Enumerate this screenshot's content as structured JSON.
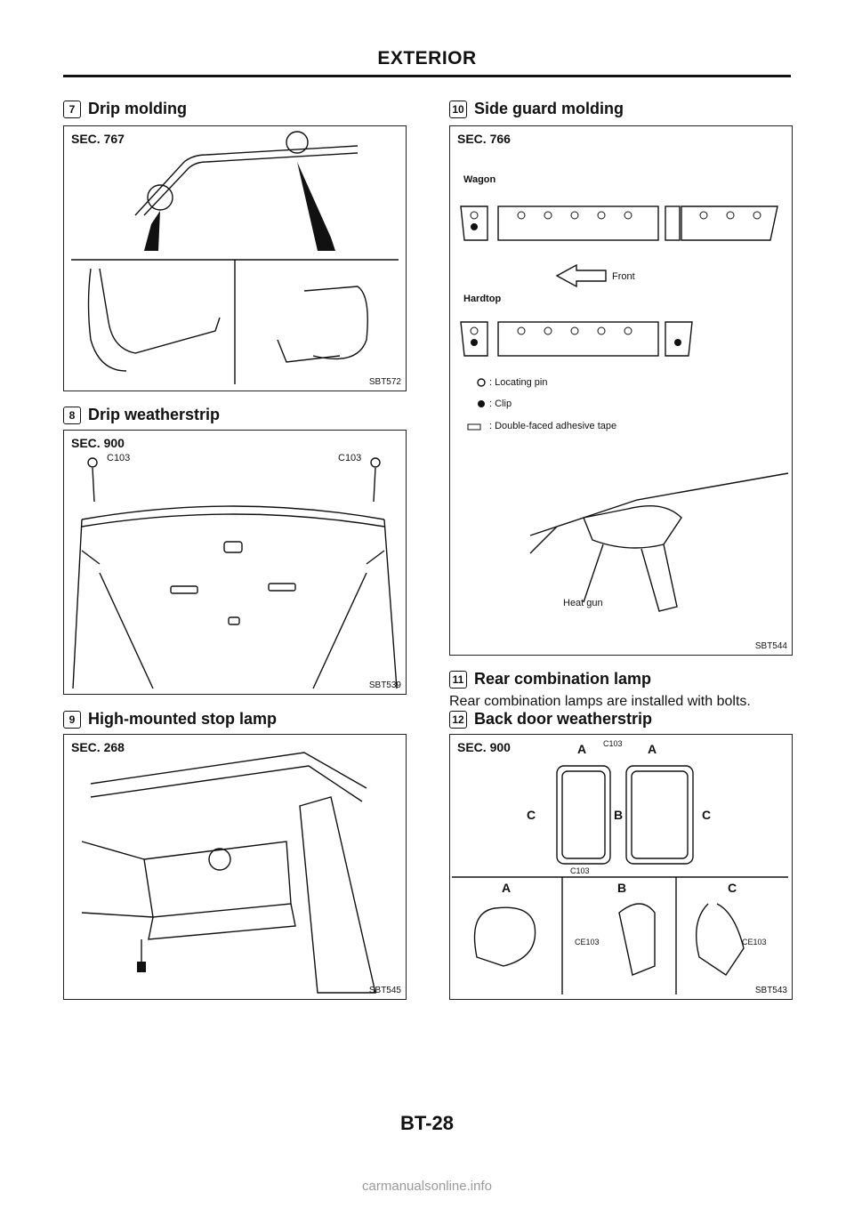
{
  "header": {
    "title": "EXTERIOR"
  },
  "sections": {
    "s7": {
      "num": "7",
      "title": "Drip molding"
    },
    "s8": {
      "num": "8",
      "title": "Drip weatherstrip"
    },
    "s9": {
      "num": "9",
      "title": "High-mounted stop lamp"
    },
    "s10": {
      "num": "10",
      "title": "Side guard molding"
    },
    "s11": {
      "num": "11",
      "title": "Rear combination lamp",
      "body": "Rear combination lamps are installed with bolts."
    },
    "s12": {
      "num": "12",
      "title": "Back door weatherstrip"
    }
  },
  "figures": {
    "f7": {
      "sec": "SEC. 767",
      "code": "SBT572"
    },
    "f8": {
      "sec": "SEC. 900",
      "code": "SBT539",
      "clip1": "C103",
      "clip2": "C103"
    },
    "f9": {
      "sec": "SEC. 268",
      "code": "SBT545"
    },
    "f10": {
      "sec": "SEC. 766",
      "code": "SBT544",
      "wagon": "Wagon",
      "hardtop": "Hardtop",
      "front": "Front",
      "legend_pin": ": Locating pin",
      "legend_clip": ": Clip",
      "legend_tape": ": Double-faced adhesive tape",
      "heat_gun": "Heat gun"
    },
    "f12": {
      "sec": "SEC. 900",
      "code": "SBT543",
      "a": "A",
      "b": "B",
      "c": "C",
      "c103": "C103",
      "ce103": "CE103"
    }
  },
  "footer": {
    "page": "BT-28"
  },
  "watermark": "carmanualsonline.info"
}
